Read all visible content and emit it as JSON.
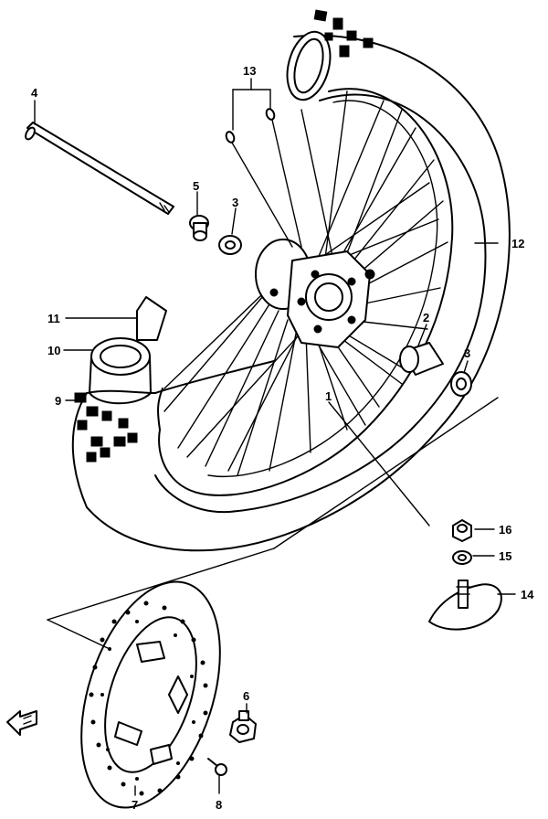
{
  "diagram": {
    "callouts": [
      {
        "id": "callout-1",
        "text": "1"
      },
      {
        "id": "callout-2",
        "text": "2"
      },
      {
        "id": "callout-3a",
        "text": "3"
      },
      {
        "id": "callout-3b",
        "text": "3"
      },
      {
        "id": "callout-4",
        "text": "4"
      },
      {
        "id": "callout-5",
        "text": "5"
      },
      {
        "id": "callout-6",
        "text": "6"
      },
      {
        "id": "callout-7",
        "text": "7"
      },
      {
        "id": "callout-8",
        "text": "8"
      },
      {
        "id": "callout-9",
        "text": "9"
      },
      {
        "id": "callout-10",
        "text": "10"
      },
      {
        "id": "callout-11",
        "text": "11"
      },
      {
        "id": "callout-12",
        "text": "12"
      },
      {
        "id": "callout-13",
        "text": "13"
      },
      {
        "id": "callout-14",
        "text": "14"
      },
      {
        "id": "callout-15",
        "text": "15"
      },
      {
        "id": "callout-16",
        "text": "16"
      }
    ],
    "direction_arrow_icon": "arrow-front-icon"
  }
}
